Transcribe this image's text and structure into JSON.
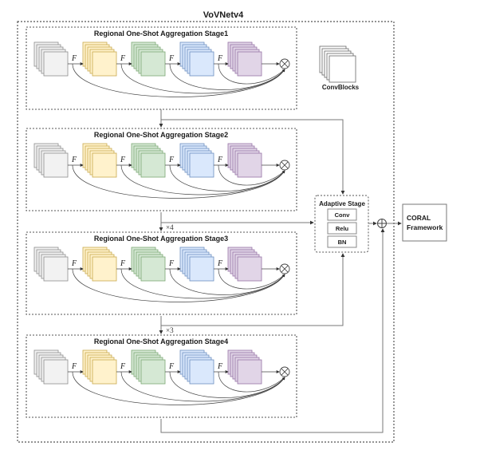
{
  "diagram": {
    "title": "VoVNetv4",
    "legend": {
      "label": "ConvBlocks"
    },
    "feature_label": "F",
    "stages": [
      {
        "title": "Regional One-Shot Aggregation Stage1"
      },
      {
        "title": "Regional One-Shot Aggregation Stage2",
        "repeat": "×4"
      },
      {
        "title": "Regional One-Shot Aggregation Stage3",
        "repeat": "×3"
      },
      {
        "title": "Regional One-Shot Aggregation Stage4"
      }
    ],
    "block_colors": [
      {
        "fill": "#f2f2f2",
        "stroke": "#8c8c8c"
      },
      {
        "fill": "#fff2cc",
        "stroke": "#c9a94d"
      },
      {
        "fill": "#d5e8d4",
        "stroke": "#7ca874"
      },
      {
        "fill": "#dae8fc",
        "stroke": "#6c8ebf"
      },
      {
        "fill": "#e1d5e7",
        "stroke": "#9673a6"
      }
    ],
    "adaptive": {
      "title": "Adaptive Stage",
      "layers": [
        "Conv",
        "Relu",
        "BN"
      ]
    },
    "output": {
      "line1": "CORAL",
      "line2": "Framework"
    }
  }
}
